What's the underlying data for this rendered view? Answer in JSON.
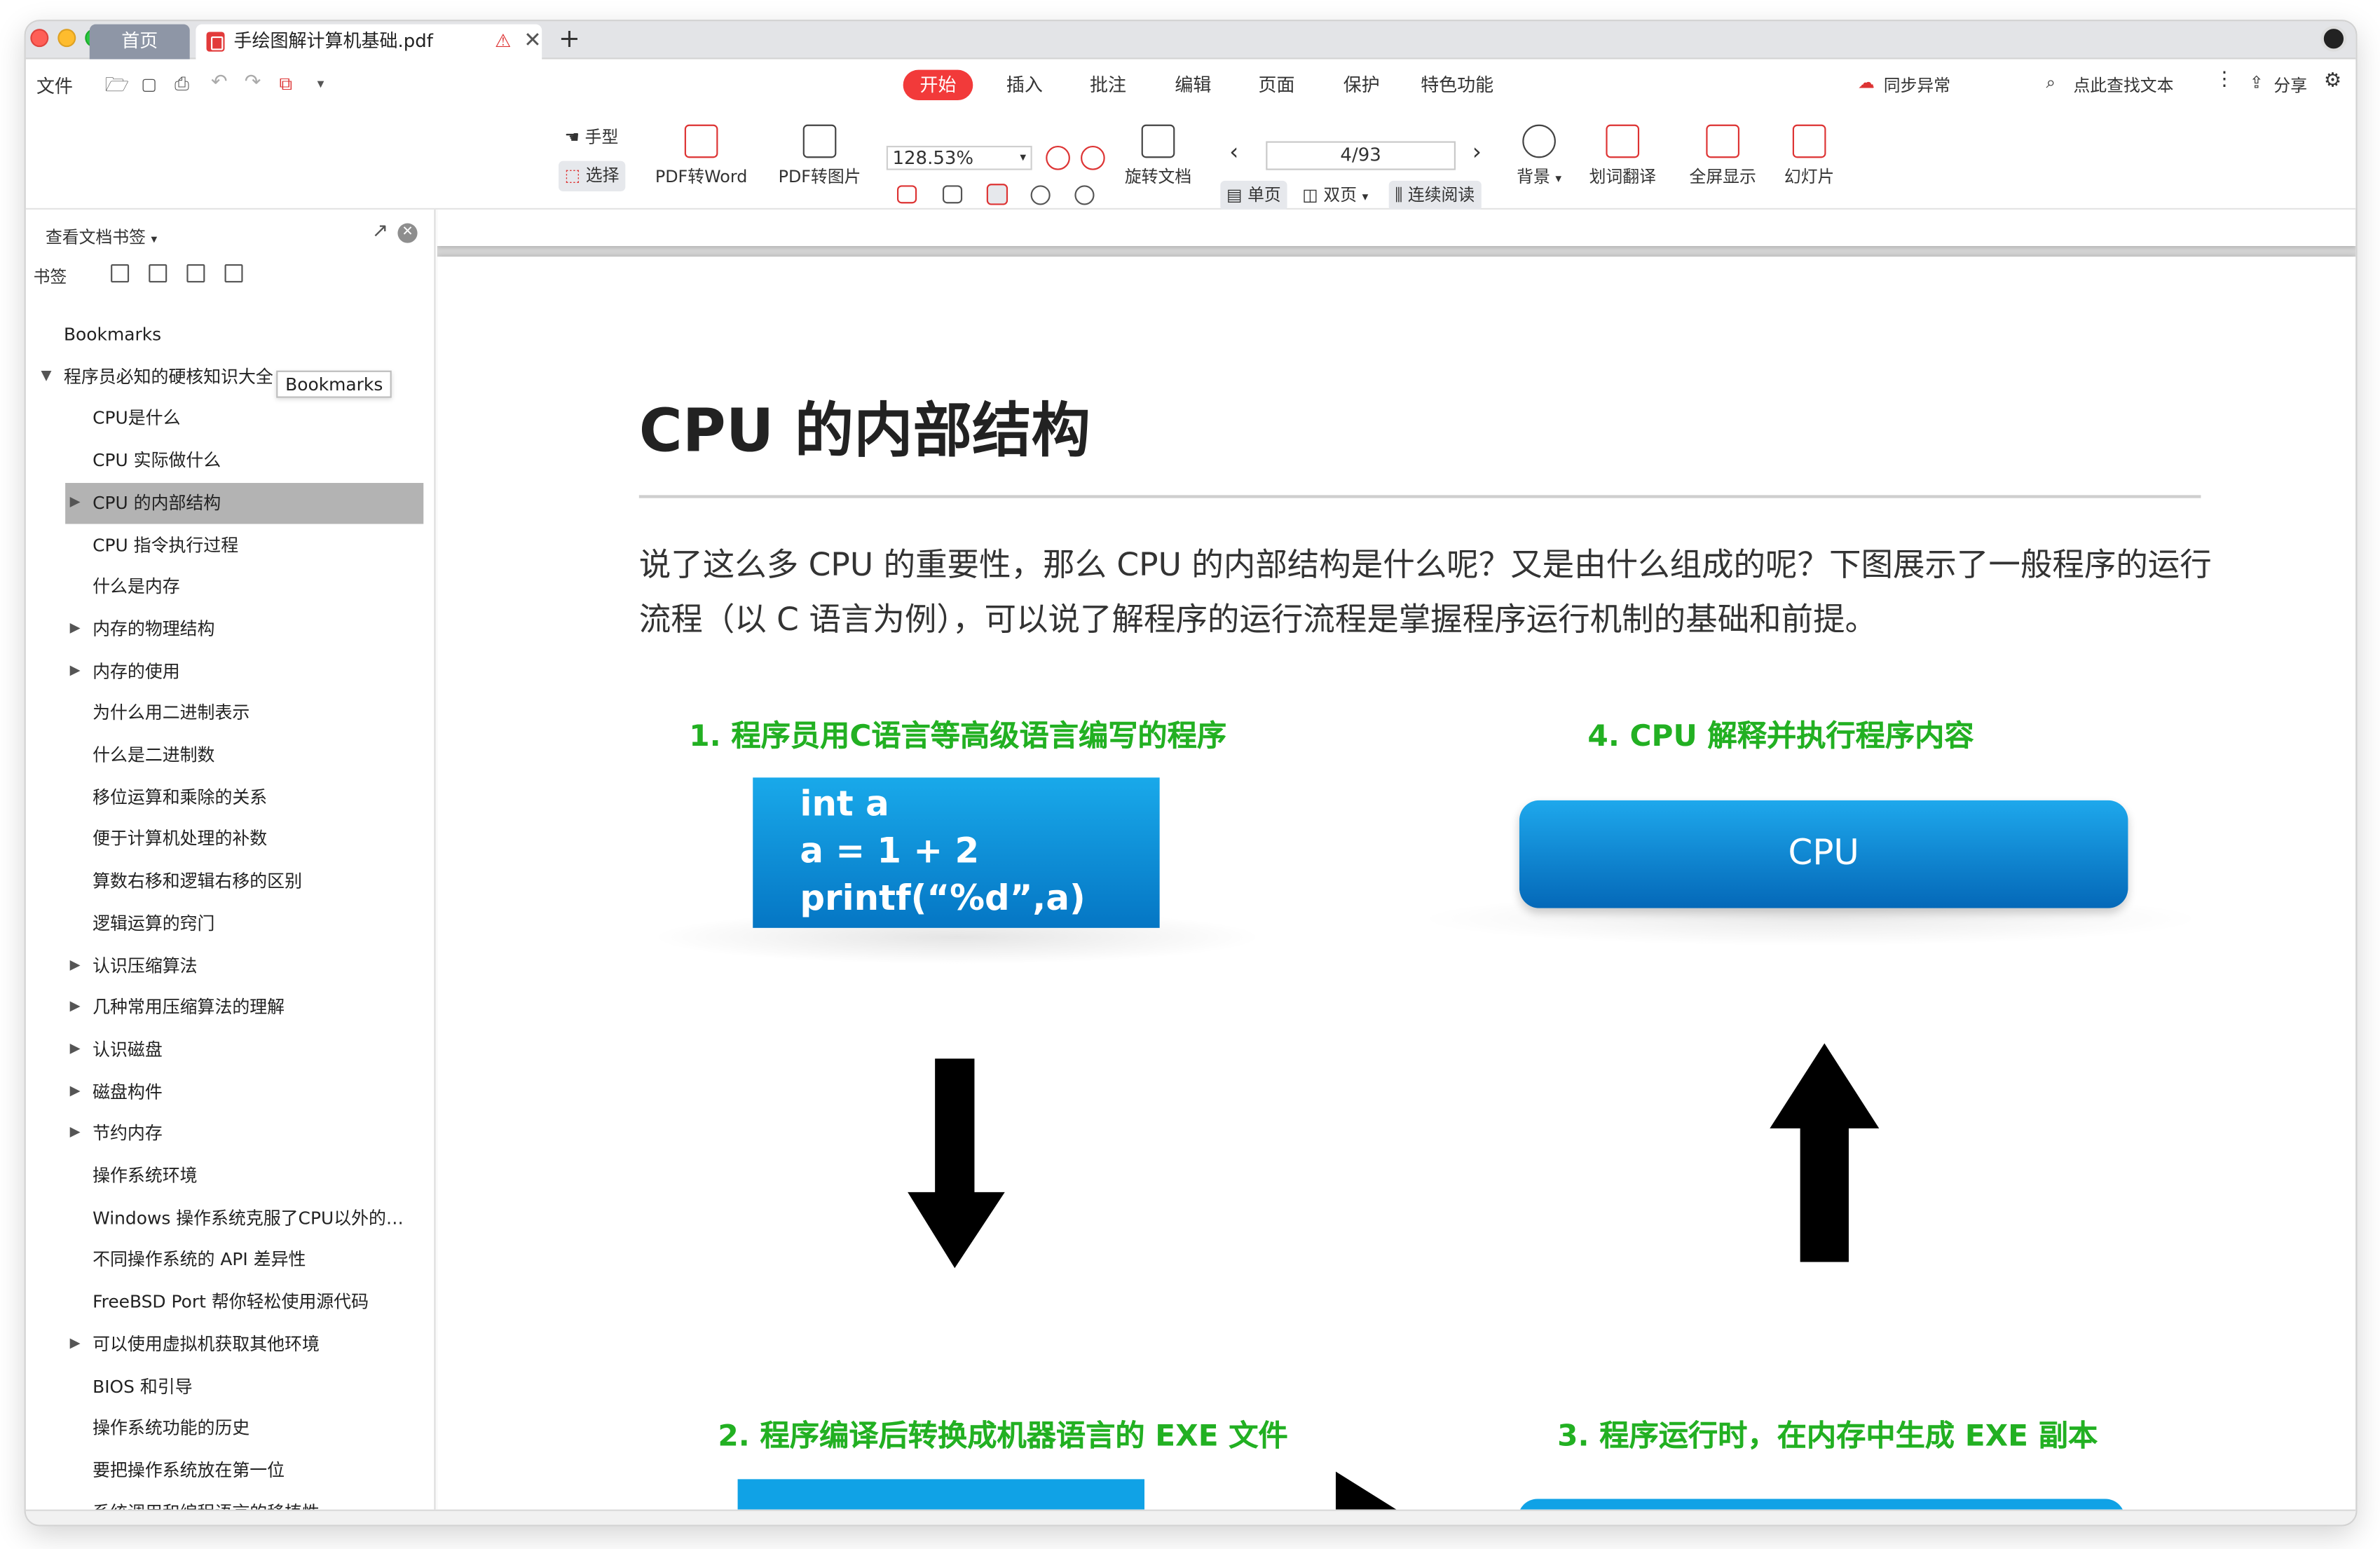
{
  "window": {
    "tabs": {
      "home": "首页",
      "document": "手绘图解计算机基础.pdf",
      "new_tab": "+"
    },
    "menu": {
      "file": "文件",
      "tabs": [
        "开始",
        "插入",
        "批注",
        "编辑",
        "页面",
        "保护",
        "特色功能"
      ],
      "active_tab": "开始",
      "sync": "同步异常",
      "search": "点此查找文本",
      "share": "分享"
    },
    "toolbar": {
      "hand": "手型",
      "select": "选择",
      "pdf_to_word": "PDF转Word",
      "pdf_to_image": "PDF转图片",
      "zoom": "128.53%",
      "rotate": "旋转文档",
      "page_indicator": "4/93",
      "single_page": "单页",
      "double_page": "双页",
      "continuous": "连续阅读",
      "background": "背景",
      "translate": "划词翻译",
      "fullscreen": "全屏显示",
      "slideshow": "幻灯片"
    }
  },
  "sidebar": {
    "header": "查看文档书签",
    "sub_label": "书签",
    "tooltip": "Bookmarks",
    "items": [
      {
        "label": "Bookmarks",
        "level": 0,
        "arrow": ""
      },
      {
        "label": "程序员必知的硬核知识大全",
        "level": 0,
        "arrow": "▼"
      },
      {
        "label": "CPU是什么",
        "level": 1,
        "arrow": ""
      },
      {
        "label": "CPU 实际做什么",
        "level": 1,
        "arrow": ""
      },
      {
        "label": "CPU 的内部结构",
        "level": 1,
        "arrow": "▶",
        "selected": true
      },
      {
        "label": "CPU 指令执行过程",
        "level": 1,
        "arrow": ""
      },
      {
        "label": "什么是内存",
        "level": 1,
        "arrow": ""
      },
      {
        "label": "内存的物理结构",
        "level": 1,
        "arrow": "▶"
      },
      {
        "label": "内存的使用",
        "level": 1,
        "arrow": "▶"
      },
      {
        "label": "为什么用二进制表示",
        "level": 1,
        "arrow": ""
      },
      {
        "label": "什么是二进制数",
        "level": 1,
        "arrow": ""
      },
      {
        "label": "移位运算和乘除的关系",
        "level": 1,
        "arrow": ""
      },
      {
        "label": "便于计算机处理的补数",
        "level": 1,
        "arrow": ""
      },
      {
        "label": "算数右移和逻辑右移的区别",
        "level": 1,
        "arrow": ""
      },
      {
        "label": "逻辑运算的窍门",
        "level": 1,
        "arrow": ""
      },
      {
        "label": "认识压缩算法",
        "level": 1,
        "arrow": "▶"
      },
      {
        "label": "几种常用压缩算法的理解",
        "level": 1,
        "arrow": "▶"
      },
      {
        "label": "认识磁盘",
        "level": 1,
        "arrow": "▶"
      },
      {
        "label": "磁盘构件",
        "level": 1,
        "arrow": "▶"
      },
      {
        "label": "节约内存",
        "level": 1,
        "arrow": "▶"
      },
      {
        "label": "操作系统环境",
        "level": 1,
        "arrow": ""
      },
      {
        "label": "Windows 操作系统克服了CPU以外的…",
        "level": 1,
        "arrow": ""
      },
      {
        "label": "不同操作系统的 API 差异性",
        "level": 1,
        "arrow": ""
      },
      {
        "label": "FreeBSD Port 帮你轻松使用源代码",
        "level": 1,
        "arrow": ""
      },
      {
        "label": "可以使用虚拟机获取其他环境",
        "level": 1,
        "arrow": "▶"
      },
      {
        "label": "BIOS 和引导",
        "level": 1,
        "arrow": ""
      },
      {
        "label": "操作系统功能的历史",
        "level": 1,
        "arrow": ""
      },
      {
        "label": "要把操作系统放在第一位",
        "level": 1,
        "arrow": ""
      },
      {
        "label": "系统调用和编程语言的移植性",
        "level": 1,
        "arrow": ""
      }
    ]
  },
  "document": {
    "title": "CPU 的内部结构",
    "body": "说了这么多 CPU 的重要性，那么 CPU 的内部结构是什么呢？又是由什么组成的呢？下图展示了一般程序的运行流程（以 C 语言为例），可以说了解程序的运行流程是掌握程序运行机制的基础和前提。",
    "steps": {
      "step1": "1. 程序员用C语言等高级语言编写的程序",
      "step2": "2. 程序编译后转换成机器语言的 EXE 文件",
      "step3": "3. 程序运行时，在内存中生成 EXE 副本",
      "step4": "4. CPU 解释并执行程序内容"
    },
    "code_lines": [
      "int a",
      "a  = 1 + 2",
      "printf(“%d”,a)"
    ],
    "cpu_label": "CPU"
  },
  "colors": {
    "accent_red": "#f23a3a",
    "step_green": "#22b022",
    "box_blue": "#0a8ad8",
    "selected_gray": "#b3b3b3"
  }
}
